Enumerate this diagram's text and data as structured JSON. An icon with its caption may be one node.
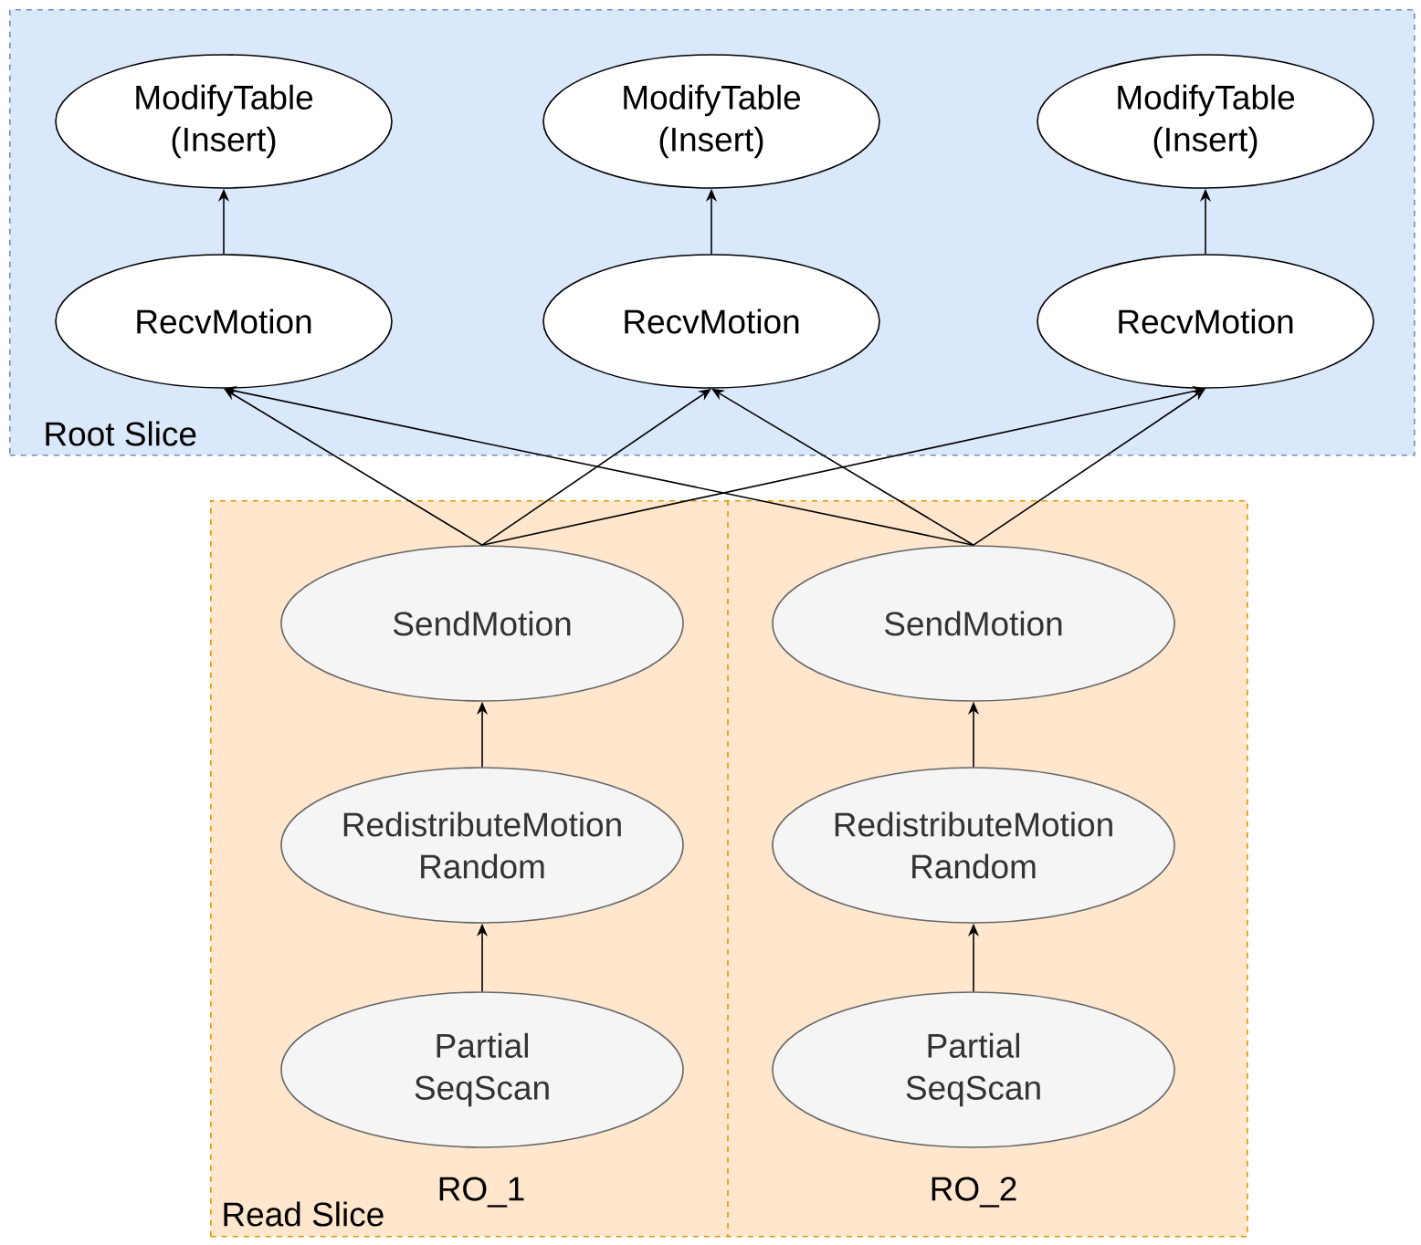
{
  "diagram": {
    "nodes": [
      {
        "text": [
          "Root Slice"
        ]
      },
      {
        "text": [
          "ModifyTable (Insert)"
        ],
        "in": 0
      },
      {
        "text": [
          "ModifyTable (Insert)"
        ],
        "in": 0
      },
      {
        "text": [
          "ModifyTable (Insert)"
        ],
        "in": 0
      },
      {
        "text": [
          "RecvMotion"
        ],
        "in": 0
      },
      {
        "text": [
          "RecvMotion"
        ],
        "in": 0
      },
      {
        "text": [
          "RecvMotion"
        ],
        "in": 0
      },
      {
        "text": [
          "Read Slice"
        ]
      },
      {
        "text": [
          "SendMotion"
        ],
        "in": 7
      },
      {
        "text": [
          "RedistributeMotion Random"
        ],
        "in": 7
      },
      {
        "text": [
          "Partial SeqScan"
        ],
        "in": 7
      },
      {
        "text": [
          "SendMotion"
        ],
        "in": 7
      },
      {
        "text": [
          "RedistributeMotion Random"
        ],
        "in": 7
      },
      {
        "text": [
          "Partial SeqScan"
        ],
        "in": 7
      }
    ],
    "edges": [
      {
        "from": 4,
        "to": 1,
        "arrow": "to"
      },
      {
        "from": 5,
        "to": 2,
        "arrow": "to"
      },
      {
        "from": 6,
        "to": 3,
        "arrow": "to"
      },
      {
        "from": 8,
        "to": 4,
        "arrow": "to"
      },
      {
        "from": 8,
        "to": 5,
        "arrow": "to"
      },
      {
        "from": 8,
        "to": 6,
        "arrow": "to"
      },
      {
        "from": 11,
        "to": 4,
        "arrow": "to"
      },
      {
        "from": 11,
        "to": 5,
        "arrow": "to"
      },
      {
        "from": 11,
        "to": 6,
        "arrow": "to"
      },
      {
        "from": 9,
        "to": 8,
        "arrow": "to"
      },
      {
        "from": 10,
        "to": 9,
        "arrow": "to"
      },
      {
        "from": 12,
        "to": 11,
        "arrow": "to"
      },
      {
        "from": 13,
        "to": 12,
        "arrow": "to"
      }
    ],
    "labels": [
      "RO_1",
      "RO_2"
    ]
  }
}
